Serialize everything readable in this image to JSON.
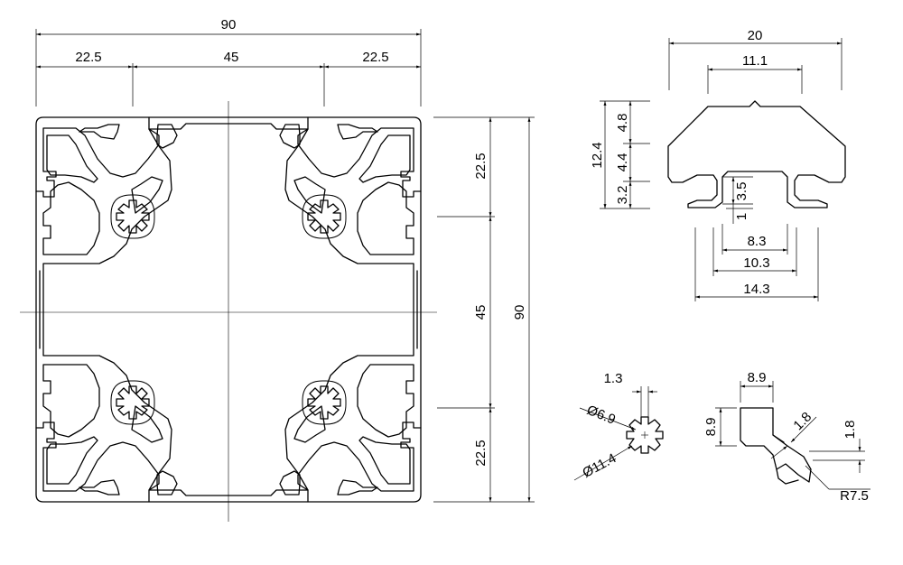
{
  "main_profile": {
    "overall_width": "90",
    "left_quarter": "22.5",
    "center_span": "45",
    "right_quarter": "22.5",
    "right_top_quarter": "22.5",
    "right_center_span": "45",
    "right_bottom_quarter": "22.5",
    "overall_height": "90"
  },
  "slot_detail": {
    "top_width": "20",
    "inner_width": "11.1",
    "height_total": "12.4",
    "height_upper": "4.8",
    "height_middle": "4.4",
    "height_lower": "3.2",
    "slot_depth": "3.5",
    "lip_thickness": "1",
    "opening_width": "8.3",
    "mid_width": "10.3",
    "bottom_width": "14.3"
  },
  "core_detail": {
    "tooth_width": "1.3",
    "inner_diameter": "Ø6.9",
    "outer_diameter": "Ø11.4"
  },
  "corner_detail": {
    "top_width": "8.9",
    "side_height": "8.9",
    "wall_thickness": "1.8",
    "wall_offset": "1.8",
    "radius": "R7.5"
  }
}
